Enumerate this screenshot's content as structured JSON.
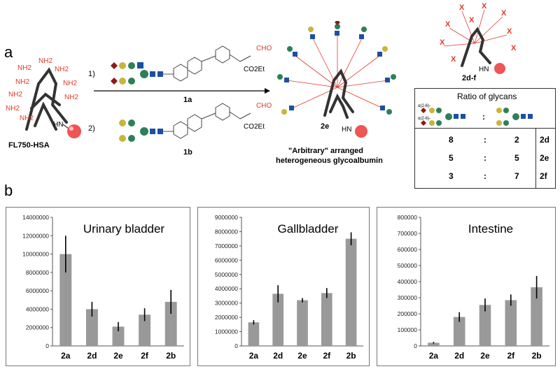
{
  "panel_a": {
    "letter": "a",
    "start_label": "FL750-HSA",
    "amine": "NH2",
    "hn": "HN",
    "step1": "1)",
    "step2": "2)",
    "compound1": "1a",
    "compound2": "1b",
    "cho": "CHO",
    "ester": "CO2Et",
    "product": "2e",
    "product_caption_line1": "\"Arbitrary\" arranged",
    "product_caption_line2": "heterogeneous glycoalbumin",
    "topright_label": "2d-f",
    "ratio_title": "Ratio of glycans",
    "linkage": "α(2-6)-",
    "colon": ":",
    "ratios": [
      {
        "a": "8",
        "b": "2",
        "name": "2d"
      },
      {
        "a": "5",
        "b": "5",
        "name": "2e"
      },
      {
        "a": "3",
        "b": "7",
        "name": "2f"
      }
    ]
  },
  "panel_b": {
    "letter": "b"
  },
  "chart_data": [
    {
      "type": "bar",
      "title": "Urinary bladder",
      "categories": [
        "2a",
        "2d",
        "2e",
        "2f",
        "2b"
      ],
      "values": [
        10000000,
        4000000,
        2100000,
        3400000,
        4800000
      ],
      "errors": [
        2000000,
        800000,
        500000,
        700000,
        1300000
      ],
      "ylim": [
        0,
        14000000
      ],
      "yticks": [
        "0",
        "2000000",
        "4000000",
        "6000000",
        "8000000",
        "10000000",
        "12000000",
        "14000000"
      ],
      "bar_color": "#999999"
    },
    {
      "type": "bar",
      "title": "Gallbladder",
      "categories": [
        "2a",
        "2d",
        "2e",
        "2f",
        "2b"
      ],
      "values": [
        1650000,
        3650000,
        3200000,
        3700000,
        7500000
      ],
      "errors": [
        150000,
        600000,
        150000,
        350000,
        450000
      ],
      "ylim": [
        0,
        9000000
      ],
      "yticks": [
        "0",
        "1000000",
        "2000000",
        "3000000",
        "4000000",
        "5000000",
        "6000000",
        "7000000",
        "8000000",
        "9000000"
      ],
      "bar_color": "#999999"
    },
    {
      "type": "bar",
      "title": "Intestine",
      "categories": [
        "2a",
        "2d",
        "2e",
        "2f",
        "2b"
      ],
      "values": [
        20000,
        180000,
        255000,
        285000,
        365000
      ],
      "errors": [
        5000,
        30000,
        40000,
        35000,
        70000
      ],
      "ylim": [
        0,
        800000
      ],
      "yticks": [
        "0",
        "100000",
        "200000",
        "300000",
        "400000",
        "500000",
        "600000",
        "700000",
        "800000"
      ],
      "bar_color": "#999999"
    }
  ]
}
